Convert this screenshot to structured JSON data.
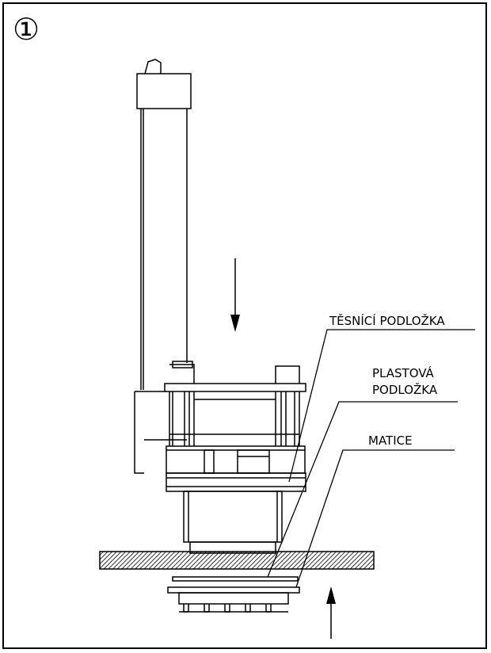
{
  "step_number": "①",
  "labels": [
    {
      "id": "tesnici",
      "lines": [
        "TĚSNÍCÍ PODLOŽKA"
      ]
    },
    {
      "id": "plastova",
      "lines": [
        "PLASTOVÁ",
        "PODLOŽKA"
      ]
    },
    {
      "id": "matice",
      "lines": [
        "MATICE"
      ]
    }
  ],
  "arrows": [
    {
      "name": "down-arrow",
      "direction": "down"
    },
    {
      "name": "up-arrow",
      "direction": "up"
    }
  ],
  "colors": {
    "line": "#000000",
    "background": "#ffffff"
  }
}
